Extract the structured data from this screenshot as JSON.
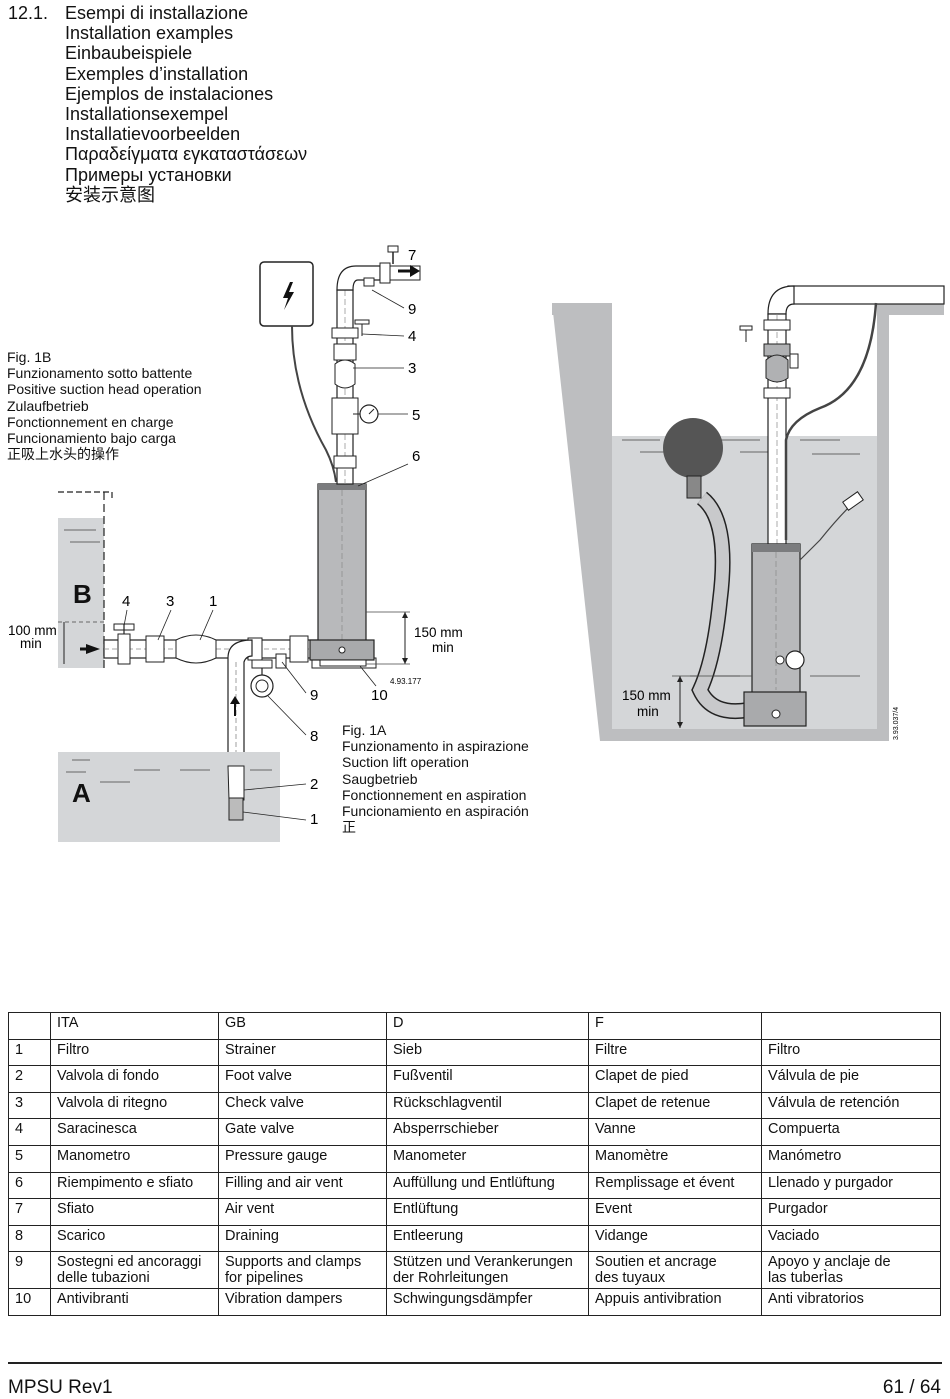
{
  "section": {
    "number": "12.1.",
    "titles": [
      "Esempi di installazione",
      "Installation examples",
      "Einbaubeispiele",
      "Exemples d’installation",
      "Ejemplos de instalaciones",
      "Installationsexempel",
      "Installatievoorbeelden",
      "Παραδείγματα εγκαταστάσεων",
      "Примеры установки",
      "安装示意图"
    ]
  },
  "fig1b": {
    "caption": [
      "Fig. 1B",
      "Funzionamento sotto battente",
      "Positive suction head operation",
      "Zulaufbetrieb",
      "Fonctionnement en charge",
      "Funcionamiento bajo carga",
      "正吸上水头的操作"
    ]
  },
  "fig1a": {
    "caption": [
      "Fig. 1A",
      "Funzionamento in aspirazione",
      "Suction lift operation",
      "Saugbetrieb",
      "Fonctionnement en aspiration",
      "Funcionamiento en aspiración",
      "正"
    ]
  },
  "diagram": {
    "label_B": "B",
    "label_A": "A",
    "min_100": "100 mm",
    "min_100_sub": "min",
    "min_150_left": "150 mm",
    "min_150_left_sub": "min",
    "min_150_right": "150 mm",
    "min_150_right_sub": "min",
    "code_left": "4.93.177",
    "code_right": "3.93.037/4",
    "callouts": {
      "c7": "7",
      "c9_top": "9",
      "c4_top": "4",
      "c3_top": "3",
      "c5": "5",
      "c6": "6",
      "c4_b": "4",
      "c3_b": "3",
      "c1_b": "1",
      "c9_low": "9",
      "c10": "10",
      "c8": "8",
      "c2": "2",
      "c1_low": "1"
    }
  },
  "table": {
    "headers": [
      "",
      "ITA",
      "GB",
      "D",
      "F",
      ""
    ],
    "rows": [
      [
        "1",
        "Filtro",
        "Strainer",
        "Sieb",
        "Filtre",
        "Filtro"
      ],
      [
        "2",
        "Valvola di fondo",
        "Foot valve",
        "Fußventil",
        "Clapet de pied",
        "Válvula de pie"
      ],
      [
        "3",
        "Valvola di ritegno",
        "Check valve",
        "Rückschlagventil",
        "Clapet de retenue",
        "Válvula de retención"
      ],
      [
        "4",
        "Saracinesca",
        "Gate valve",
        "Absperrschieber",
        "Vanne",
        "Compuerta"
      ],
      [
        "5",
        "Manometro",
        "Pressure gauge",
        "Manometer",
        "Manomètre",
        "Manómetro"
      ],
      [
        "6",
        "Riempimento e sfiato",
        "Filling and air vent",
        "Auffüllung und Entlüftung",
        "Remplissage et évent",
        "Llenado y  purgador"
      ],
      [
        "7",
        "Sfiato",
        "Air vent",
        "Entlüftung",
        "Event",
        "Purgador"
      ],
      [
        "8",
        "Scarico",
        "Draining",
        "Entleerung",
        "Vidange",
        "Vaciado"
      ],
      [
        "9",
        "Sostegni ed ancoraggi\ndelle tubazioni",
        "Supports and clamps\nfor pipelines",
        "Stützen und Verankerungen\nder Rohrleitungen",
        "Soutien et ancrage\ndes tuyaux",
        "Apoyo y anclaje de\nlas tuberÌas"
      ],
      [
        "10",
        "Antivibranti",
        "Vibration dampers",
        "Schwingungsdämpfer",
        "Appuis antivibration",
        "Anti vibratorios"
      ]
    ]
  },
  "footer": {
    "left": "MPSU Rev1",
    "right": "61 / 64"
  }
}
